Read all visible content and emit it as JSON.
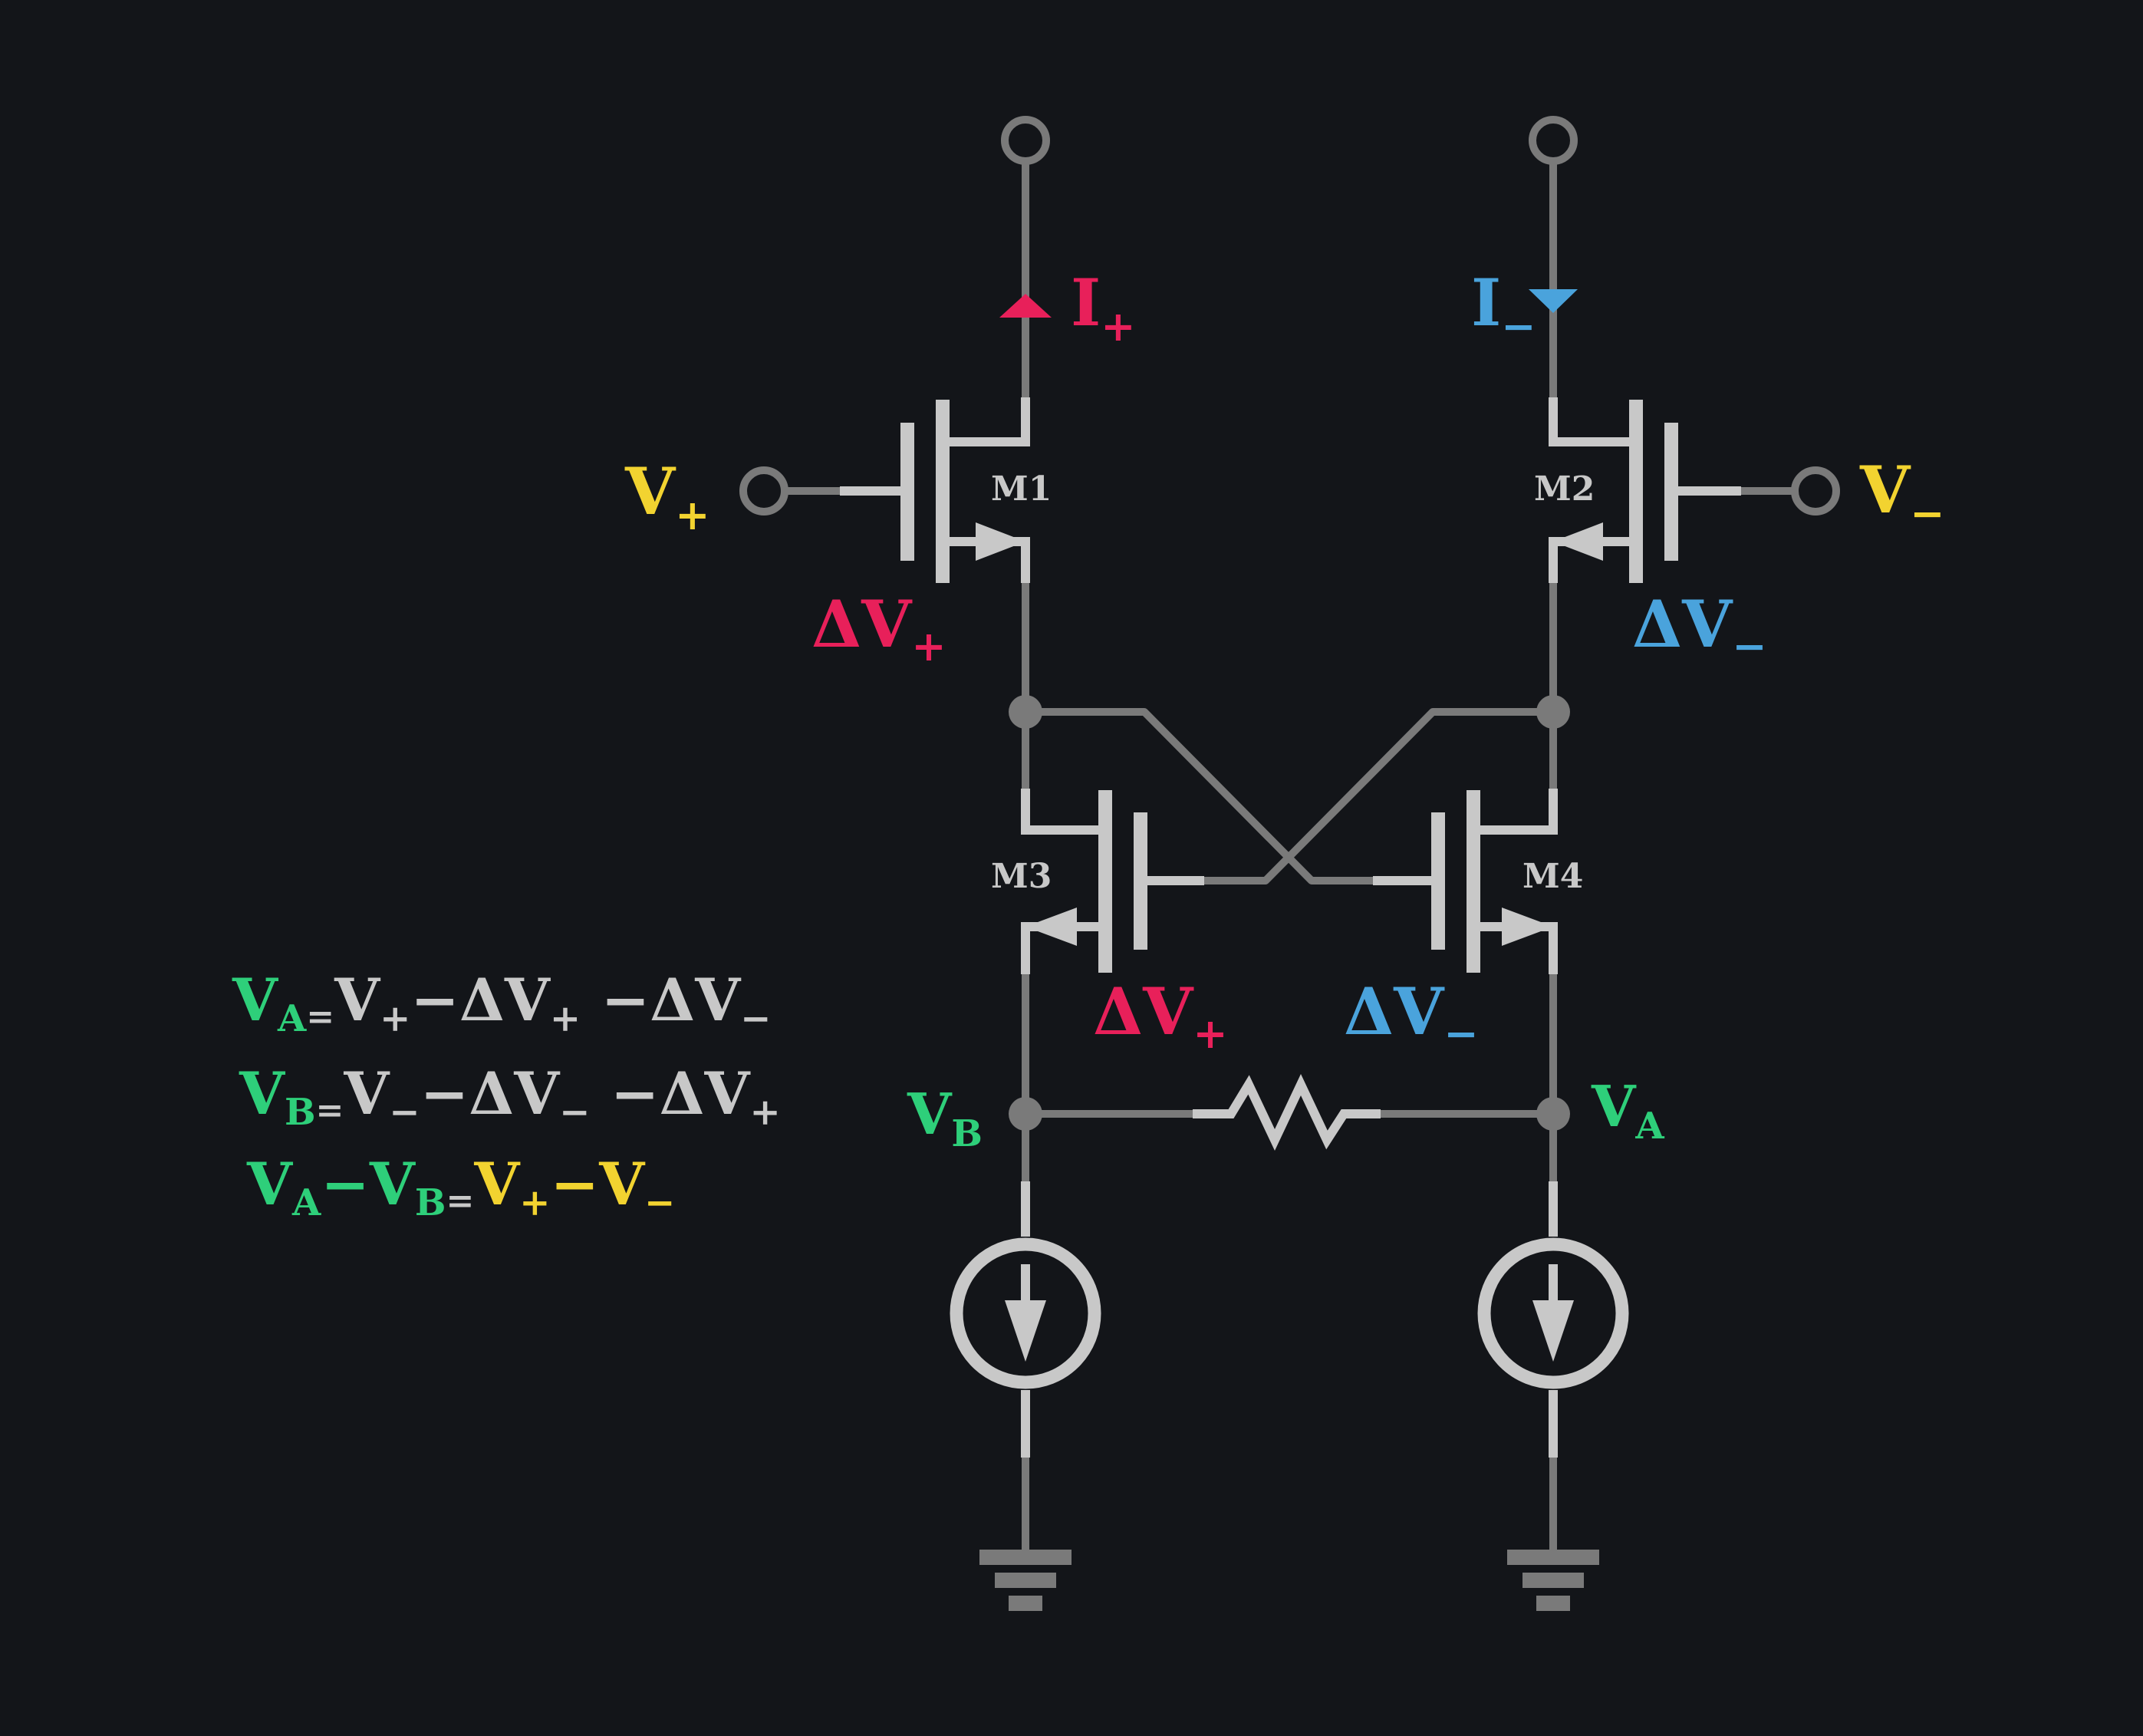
{
  "colors": {
    "background": "#131519",
    "wire": "#7a7a7a",
    "device": "#c8c8c8",
    "positive": "#e8205a",
    "negative": "#4aa3dc",
    "input": "#f2d330",
    "node": "#2ecf7a",
    "neutral": "#c8c8c8"
  },
  "transistors": {
    "m1": "M1",
    "m2": "M2",
    "m3": "M3",
    "m4": "M4"
  },
  "inputs": {
    "v_plus": {
      "main": "V",
      "sub": "+"
    },
    "v_minus": {
      "main": "V",
      "sub": "−"
    }
  },
  "currents": {
    "i_plus": {
      "main": "I",
      "sub": "+"
    },
    "i_minus": {
      "main": "I",
      "sub": "−"
    }
  },
  "deltas": {
    "dv_plus": {
      "main": "ΔV",
      "sub": "+"
    },
    "dv_minus": {
      "main": "ΔV",
      "sub": "−"
    }
  },
  "nodes": {
    "vb": {
      "main": "V",
      "sub": "B"
    },
    "va": {
      "main": "V",
      "sub": "A"
    }
  },
  "equations": [
    [
      {
        "t": "V",
        "c": "node",
        "k": "m"
      },
      {
        "t": "A",
        "c": "node",
        "k": "s"
      },
      {
        "t": "=",
        "c": "neutral",
        "k": "e"
      },
      {
        "t": "V",
        "c": "neutral",
        "k": "m"
      },
      {
        "t": "+",
        "c": "neutral",
        "k": "s"
      },
      {
        "t": "−ΔV",
        "c": "neutral",
        "k": "m"
      },
      {
        "t": "+",
        "c": "neutral",
        "k": "s"
      },
      {
        "t": " −ΔV",
        "c": "neutral",
        "k": "m"
      },
      {
        "t": "−",
        "c": "neutral",
        "k": "s"
      }
    ],
    [
      {
        "t": "V",
        "c": "node",
        "k": "m"
      },
      {
        "t": "B",
        "c": "node",
        "k": "s"
      },
      {
        "t": "=",
        "c": "neutral",
        "k": "e"
      },
      {
        "t": "V",
        "c": "neutral",
        "k": "m"
      },
      {
        "t": "−",
        "c": "neutral",
        "k": "s"
      },
      {
        "t": "−ΔV",
        "c": "neutral",
        "k": "m"
      },
      {
        "t": "−",
        "c": "neutral",
        "k": "s"
      },
      {
        "t": " −ΔV",
        "c": "neutral",
        "k": "m"
      },
      {
        "t": "+",
        "c": "neutral",
        "k": "s"
      }
    ],
    [
      {
        "t": "V",
        "c": "node",
        "k": "m"
      },
      {
        "t": "A",
        "c": "node",
        "k": "s"
      },
      {
        "t": "−V",
        "c": "node",
        "k": "m"
      },
      {
        "t": "B",
        "c": "node",
        "k": "s"
      },
      {
        "t": "=",
        "c": "neutral",
        "k": "e"
      },
      {
        "t": "V",
        "c": "input",
        "k": "m"
      },
      {
        "t": "+",
        "c": "input",
        "k": "s"
      },
      {
        "t": "−V",
        "c": "input",
        "k": "m"
      },
      {
        "t": "−",
        "c": "input",
        "k": "s"
      }
    ]
  ]
}
